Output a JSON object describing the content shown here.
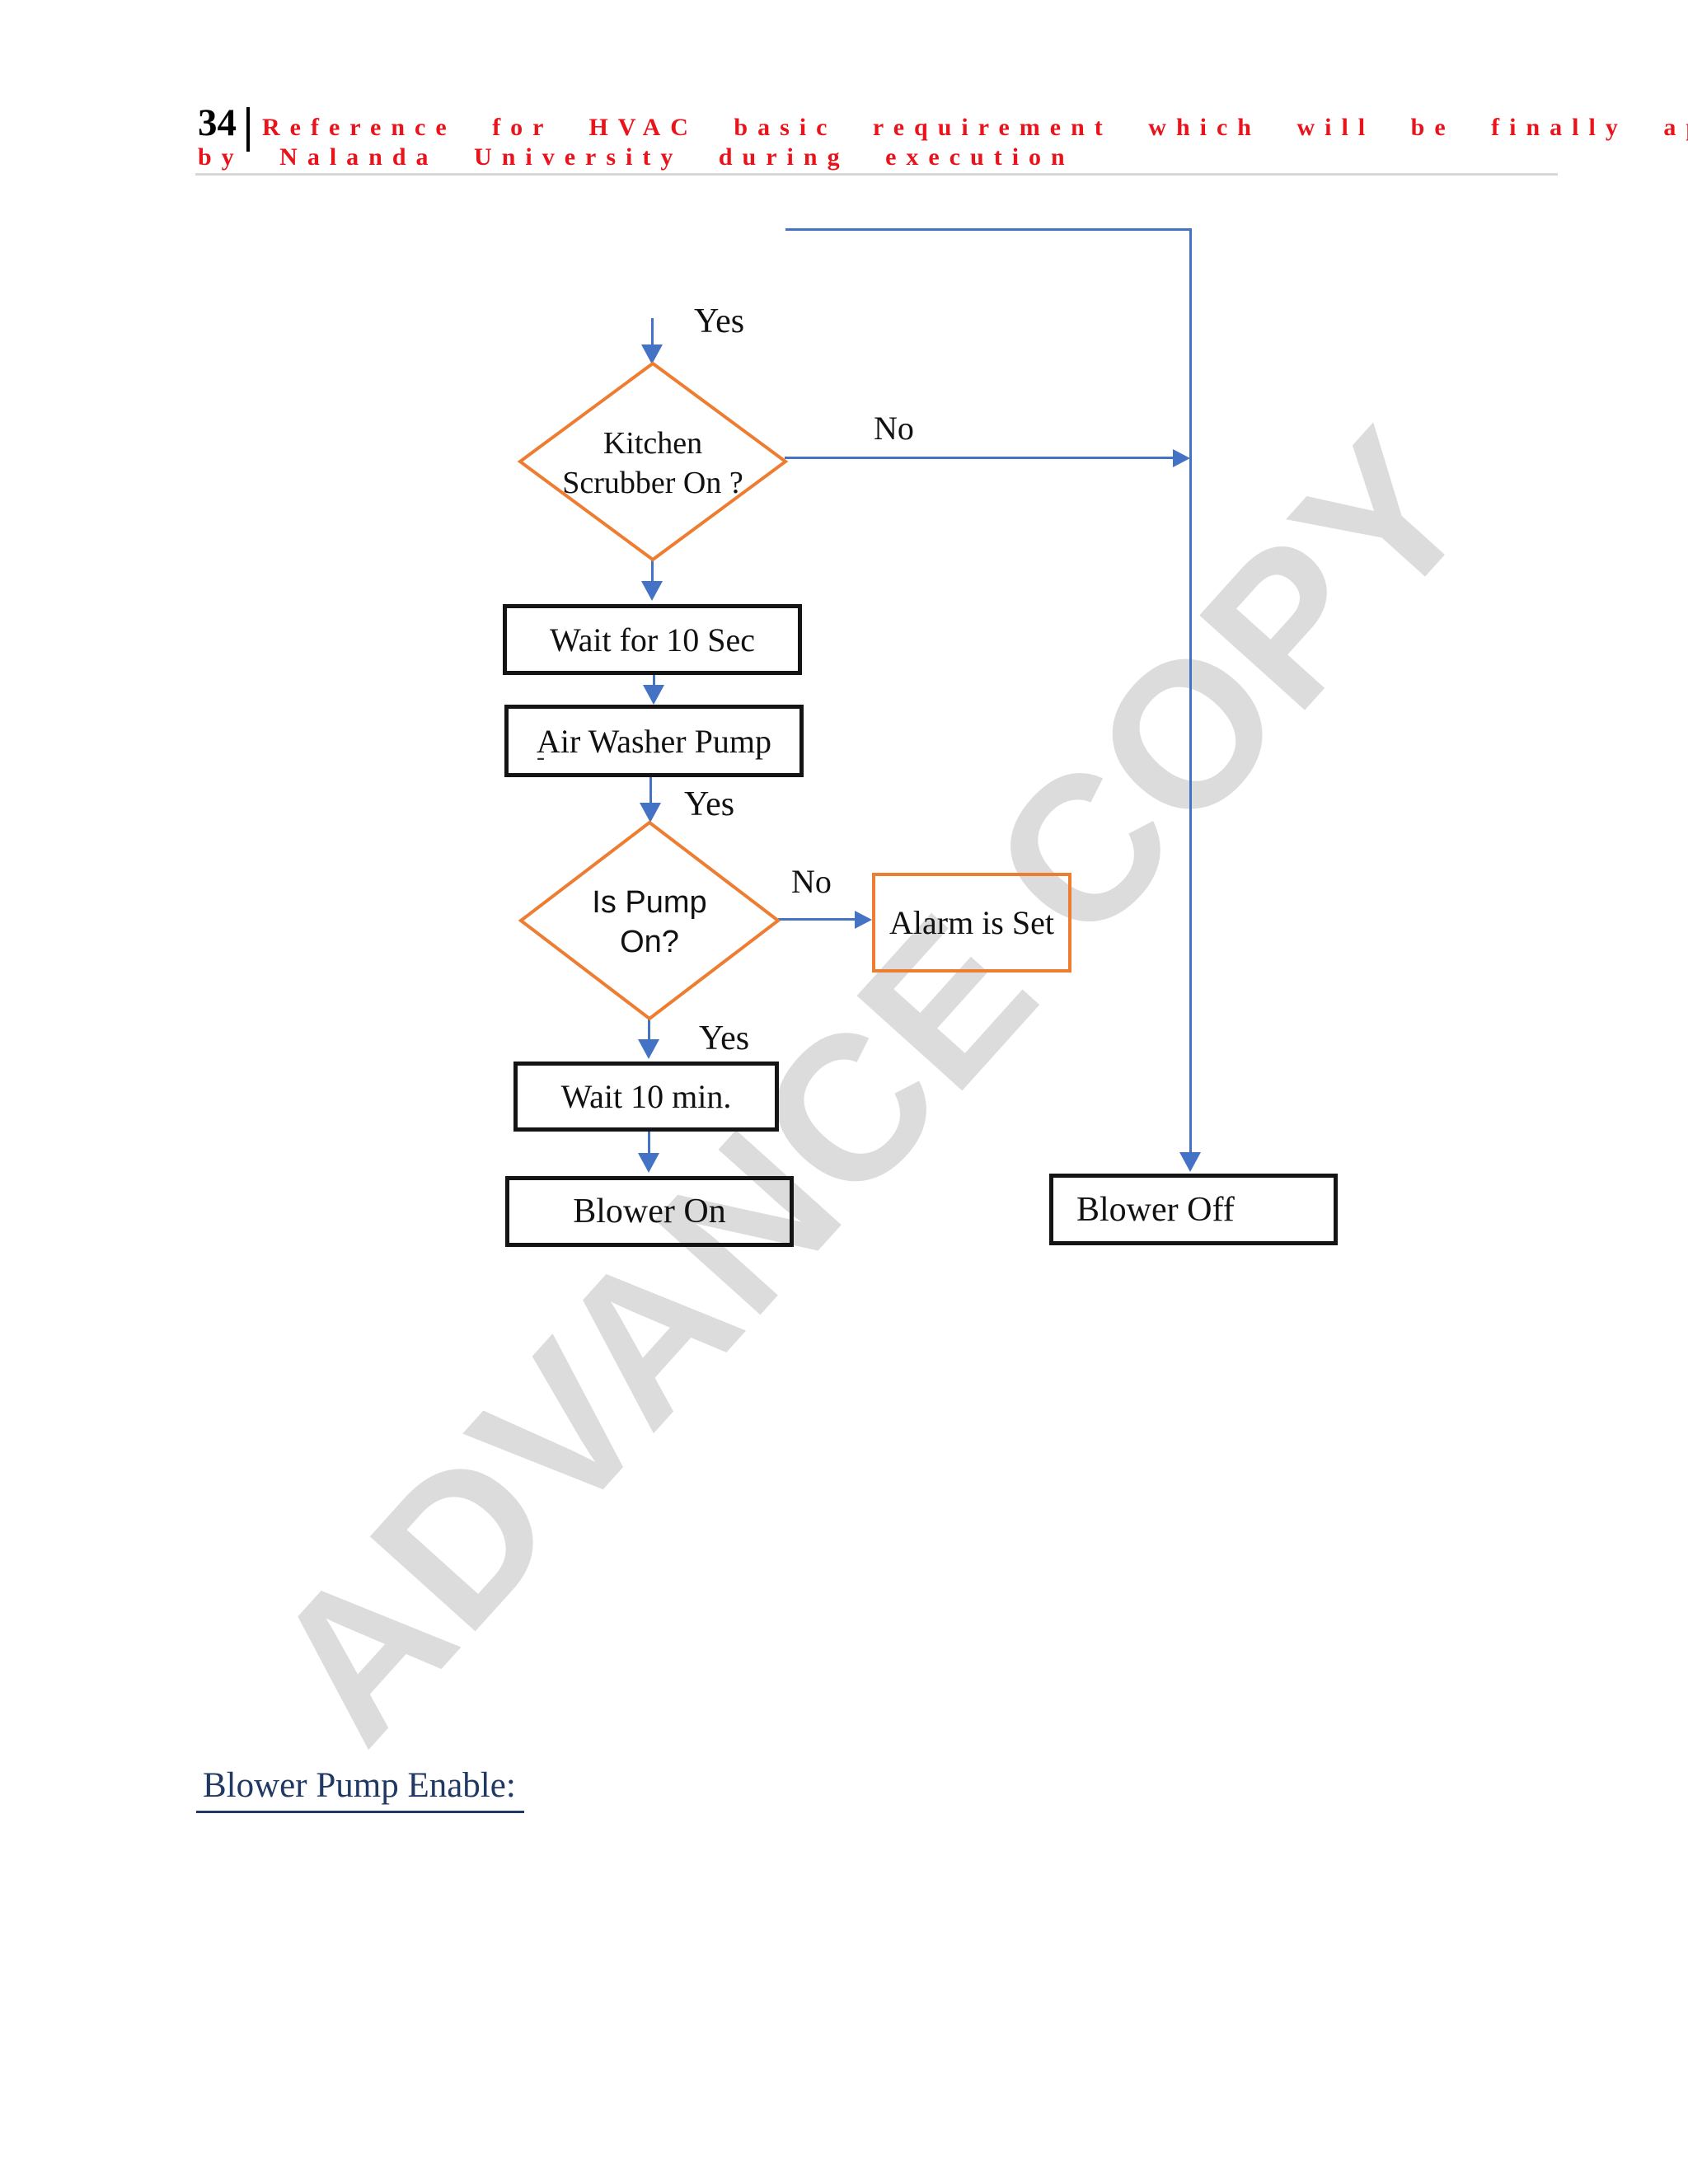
{
  "header": {
    "page_number": "34",
    "separator": "|",
    "title_line1": "Reference for HVAC basic requirement which will be finally approved",
    "title_line2": "by Nalanda University during execution"
  },
  "flowchart": {
    "edge_labels": {
      "yes_top": "Yes",
      "no_top": "No",
      "yes_mid": "Yes",
      "no_mid": "No",
      "yes_bottom": "Yes"
    },
    "decision_kitchen_scrubber": {
      "line1": "Kitchen",
      "line2": "Scrubber On ?"
    },
    "process_wait_10_sec": {
      "label": "Wait for 10 Sec"
    },
    "process_air_washer_pump": {
      "label": "Air Washer Pump",
      "stray_mark": "-"
    },
    "decision_is_pump_on": {
      "line1": "Is Pump",
      "line2": "On?"
    },
    "process_alarm_is_set": {
      "label": "Alarm is Set"
    },
    "process_wait_10_min": {
      "label": "Wait 10 min."
    },
    "process_blower_on": {
      "label": "Blower On"
    },
    "process_blower_off": {
      "label": "Blower Off"
    }
  },
  "watermark": {
    "text": "ADVANCE COPY"
  },
  "footer": {
    "heading": "Blower Pump Enable:"
  },
  "colors": {
    "header_red": "#E9141B",
    "connector_blue": "#4472C4",
    "shape_orange": "#ED7D31",
    "box_border_black": "#141414",
    "footer_navy": "#203864",
    "watermark_gray": "#DCDCDC",
    "rule_gray": "#D6D6D6"
  }
}
